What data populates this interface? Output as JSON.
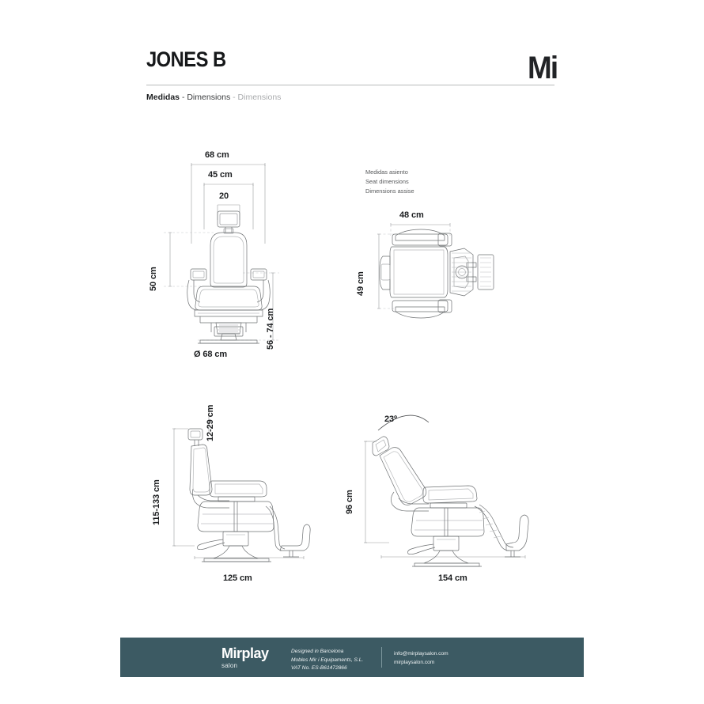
{
  "header": {
    "title": "JONES B",
    "subtitle_es": "Medidas",
    "subtitle_en": "- Dimensions",
    "subtitle_fr": "- Dimensions",
    "brand_mark": "Mi",
    "rule_color": "#b9babb"
  },
  "views": {
    "front": {
      "name": "front-elevation",
      "dims": {
        "overall_width": "68 cm",
        "inner_width": "45 cm",
        "headrest_width": "20",
        "backrest_height": "50 cm",
        "seat_height_range": "56 - 74 cm",
        "base_diameter": "Ø 68 cm"
      }
    },
    "top": {
      "name": "seat-plan-view",
      "note_es": "Medidas asiento",
      "note_en": "Seat dimensions",
      "note_fr": "Dimensions assise",
      "dims": {
        "seat_width": "48 cm",
        "seat_depth": "49 cm"
      }
    },
    "side_upright": {
      "name": "side-elevation-upright",
      "dims": {
        "total_height_range": "115-133 cm",
        "footrest_range": "12-29 cm",
        "total_length": "125 cm"
      }
    },
    "side_reclined": {
      "name": "side-elevation-reclined",
      "dims": {
        "recline_angle": "23º",
        "reclined_height": "96 cm",
        "reclined_length": "154 cm"
      }
    }
  },
  "footer": {
    "logo_main": "Mirplay",
    "logo_sub": "salon",
    "company_line1": "Designed in Barcelona",
    "company_line2": "Mobles Mir i Equipaments, S.L.",
    "company_line3": "VAT No. ES-B61472866",
    "contact_email": "info@mirplaysalon.com",
    "contact_web": "mirplaysalon.com",
    "background_color": "#3c5a63"
  }
}
